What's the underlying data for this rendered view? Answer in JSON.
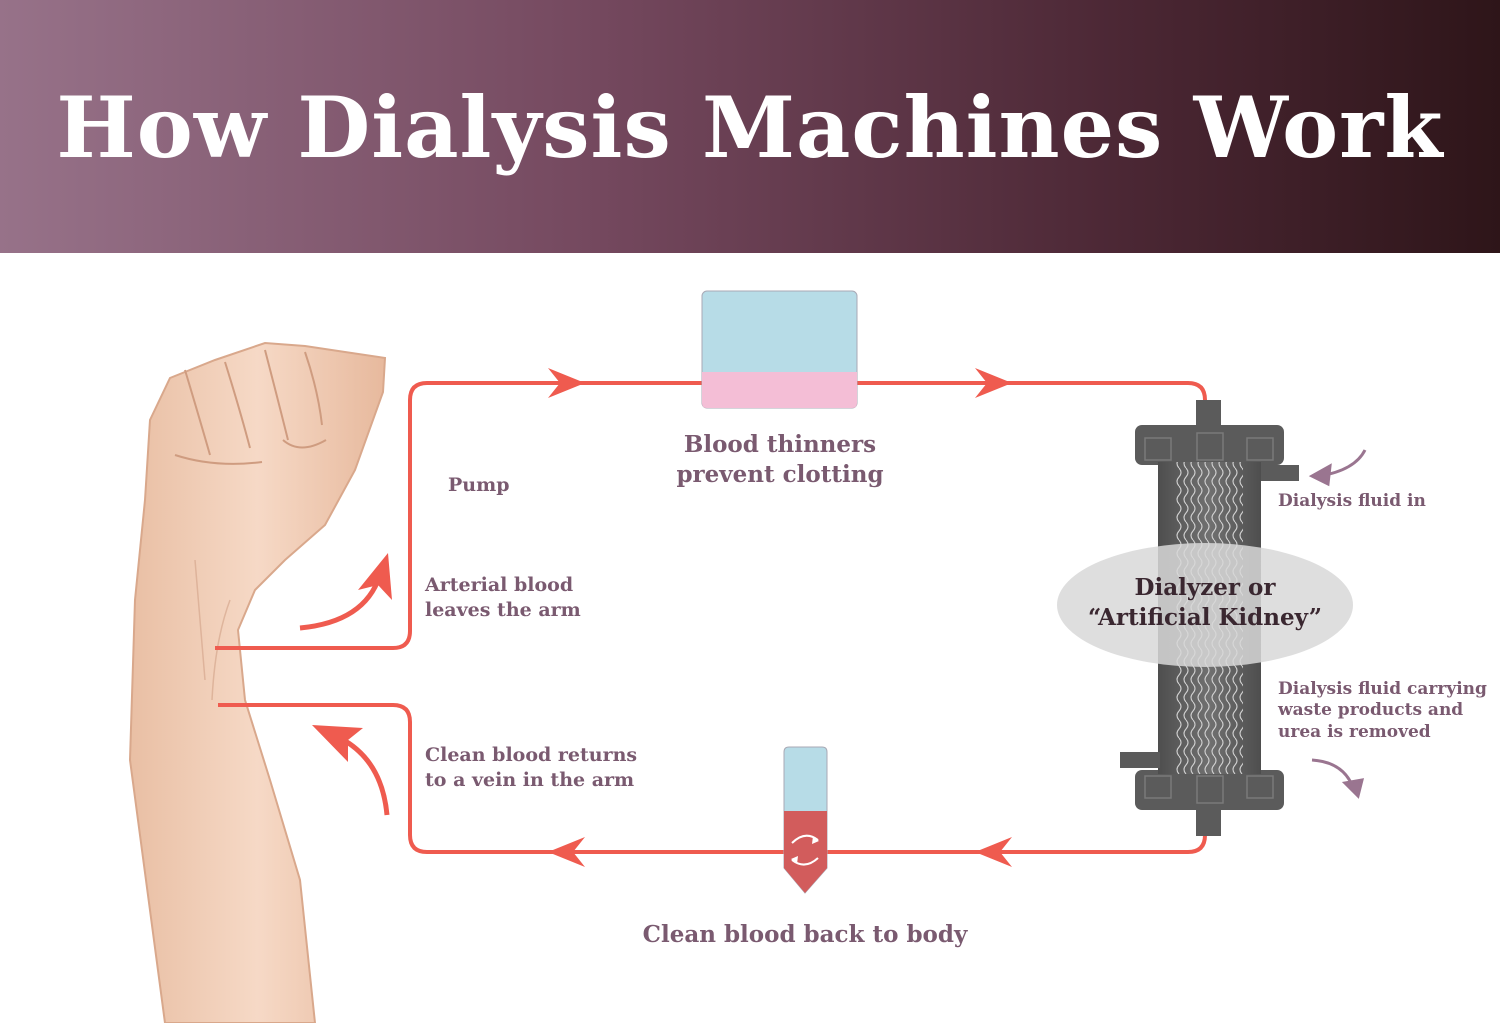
{
  "title": "How Dialysis Machines Work",
  "labels": {
    "pump": "Pump",
    "blood_thinners": [
      "Blood thinners",
      "prevent clotting"
    ],
    "arterial": [
      "Arterial blood",
      "leaves the arm"
    ],
    "clean_return": [
      "Clean blood returns",
      "to a vein in the arm"
    ],
    "clean_back": "Clean blood back to body",
    "fluid_in": "Dialysis fluid in",
    "fluid_out": [
      "Dialysis fluid carrying",
      "waste products and",
      "urea is removed"
    ],
    "dialyzer": [
      "Dialyzer or",
      "“Artificial Kidney”"
    ]
  },
  "colors": {
    "circuit_line": "#ef5b4f",
    "banner_start": "#977289",
    "banner_end": "#2e1519",
    "label_text": "#7a5a70",
    "pump_fluid_top": "#b7dce7",
    "pump_fluid_bottom": "#f4bed6",
    "tube_blood": "#d25c5c",
    "dialyzer_body": "#5b5b5b"
  },
  "icons": {
    "arm": "raised-fist-arm-illustration",
    "pump": "pump-container-icon",
    "filter": "dialyzer-cylinder-icon",
    "bubble_trap": "bubble-trap-tube-icon"
  }
}
